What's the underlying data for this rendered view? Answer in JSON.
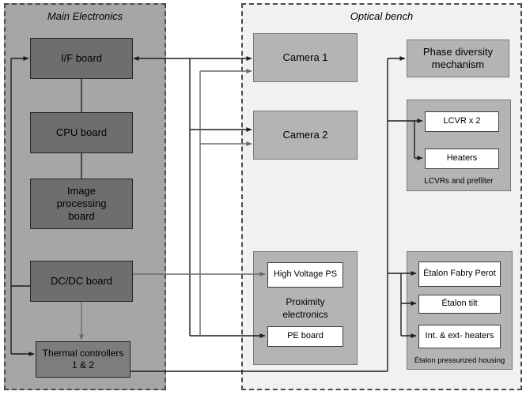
{
  "diagram": {
    "main_electronics": {
      "title": "Main Electronics",
      "if_board": "I/F board",
      "cpu_board": "CPU board",
      "image_processing_board": "Image processing board",
      "dcdc_board": "DC/DC board",
      "thermal_controllers": "Thermal controllers 1 & 2"
    },
    "optical_bench": {
      "title": "Optical bench",
      "camera1": "Camera 1",
      "camera2": "Camera 2",
      "phase_diversity": "Phase diversity mechanism",
      "lcvr_group": {
        "lcvr": "LCVR x 2",
        "heaters": "Heaters",
        "caption": "LCVRs and prefilter"
      },
      "proximity": {
        "hv_ps": "High Voltage PS",
        "label": "Proximity electronics",
        "pe_board": "PE board"
      },
      "etalon_group": {
        "fabry_perot": "Étalon Fabry Perot",
        "tilt": "Étalon tilt",
        "heaters": "Int. & ext- heaters",
        "caption": "Étalon pressurized housing"
      }
    },
    "colors": {
      "main_container_bg": "#a6a6a6",
      "dark_box_bg": "#6e6e6e",
      "bench_bg": "#f1f1f0",
      "mid_box_bg": "#b4b4b4",
      "white_box_bg": "#ffffff",
      "wire_black": "#1c1c1c",
      "wire_gray": "#6a6a6a"
    }
  }
}
